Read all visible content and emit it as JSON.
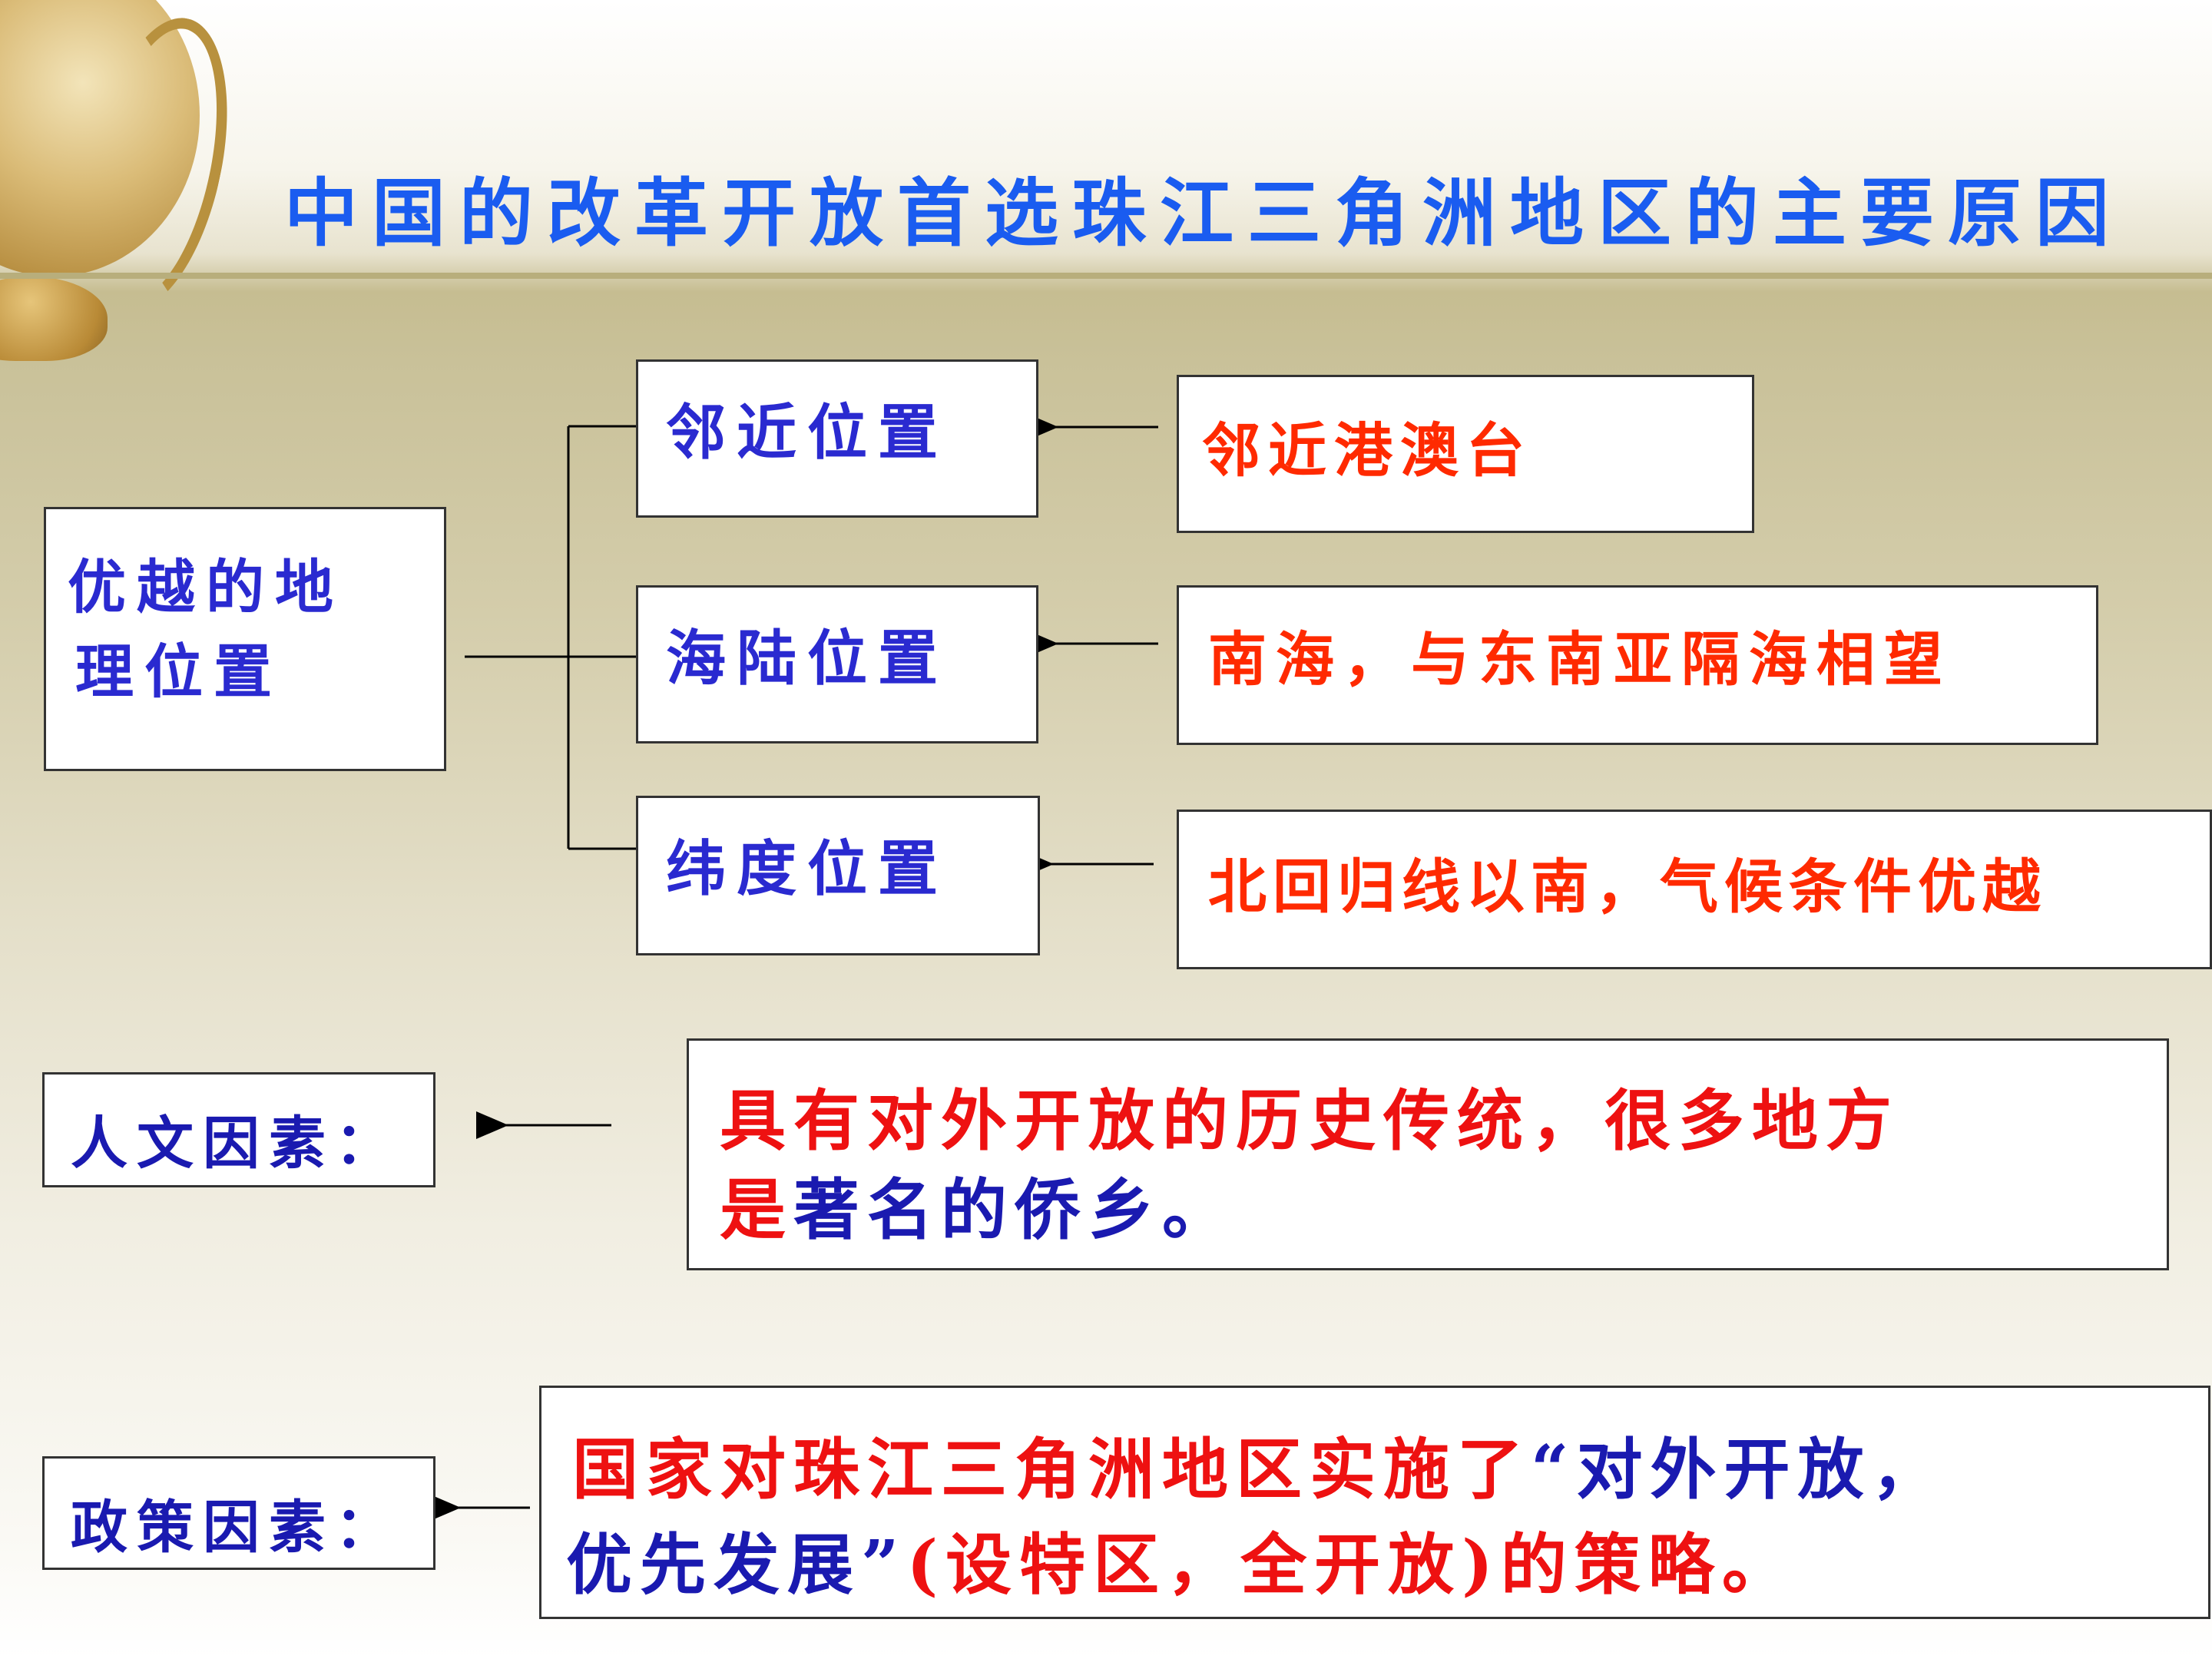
{
  "title": "中国的改革开放首选珠江三角洲地区的主要原因",
  "geo": {
    "main_line1": "优越的地",
    "main_line2": "理位置",
    "items": [
      {
        "label": "邻近位置",
        "detail": "邻近港澳台"
      },
      {
        "label": "海陆位置",
        "detail": "南海，与东南亚隔海相望"
      },
      {
        "label": "纬度位置",
        "detail": "北回归线以南，气候条件优越"
      }
    ]
  },
  "culture": {
    "label": "人文因素：",
    "detail_line1": "具有对外开放的历史传统，很多地方",
    "detail_line2_red": "是",
    "detail_line2_blue": "著名的侨乡。"
  },
  "policy": {
    "label": "政策因素：",
    "detail_line1_red": "国家对珠江三角洲地区实施了",
    "detail_line1_blue": "“对外开放，",
    "detail_line2_blue": "优先发展”",
    "detail_line2_red": "(设特区，全开放)的策略。"
  },
  "colors": {
    "title": "#1a5cf0",
    "label_blue": "#2a2ad0",
    "detail_red": "#ff2a00",
    "box_border": "#333333"
  }
}
